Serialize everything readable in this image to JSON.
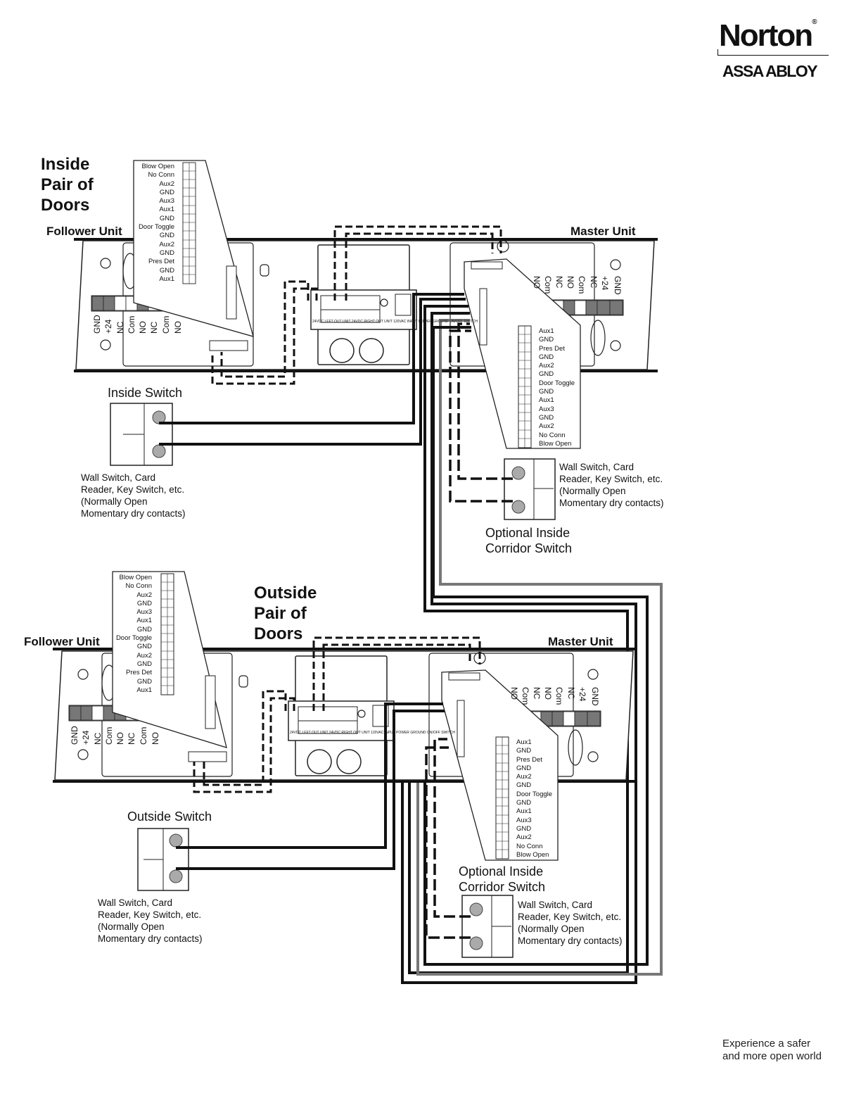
{
  "brand": {
    "name": "Norton",
    "reg": "®",
    "parent": "ASSA ABLOY"
  },
  "tagline": [
    "Experience a safer",
    "and more open world"
  ],
  "inside": {
    "heading": [
      "Inside",
      "Pair of",
      "Doors"
    ],
    "follower_label": "Follower Unit",
    "master_label": "Master Unit",
    "switch_title": "Inside Switch",
    "switch_note": [
      "Wall Switch, Card",
      "Reader, Key Switch, etc.",
      "(Normally Open",
      "Momentary dry contacts)"
    ],
    "corridor_title": [
      "Optional Inside",
      "Corridor Switch"
    ],
    "corridor_note": [
      "Wall Switch, Card",
      "Reader, Key Switch, etc.",
      "(Normally Open",
      "Momentary dry contacts)"
    ]
  },
  "outside": {
    "heading": [
      "Outside",
      "Pair of",
      "Doors"
    ],
    "follower_label": "Follower Unit",
    "master_label": "Master Unit",
    "switch_title": "Outside Switch",
    "switch_note": [
      "Wall Switch, Card",
      "Reader, Key Switch, etc.",
      "(Normally Open",
      "Momentary dry contacts)"
    ],
    "corridor_title": [
      "Optional Inside",
      "Corridor Switch"
    ],
    "corridor_note": [
      "Wall Switch, Card",
      "Reader, Key Switch, etc.",
      "(Normally Open",
      "Momentary dry contacts)"
    ]
  },
  "follower_terminals": [
    "Blow Open",
    "No Conn",
    "Aux2",
    "GND",
    "Aux3",
    "Aux1",
    "GND",
    "Door Toggle",
    "GND",
    "Aux2",
    "GND",
    "Pres Det",
    "GND",
    "Aux1"
  ],
  "master_terminals": [
    "Aux1",
    "GND",
    "Pres Det",
    "GND",
    "Aux2",
    "GND",
    "Door Toggle",
    "GND",
    "Aux1",
    "Aux3",
    "GND",
    "Aux2",
    "No Conn",
    "Blow Open"
  ],
  "relay_terminals": [
    "GND",
    "+24",
    "NC",
    "Com",
    "NO",
    "NC",
    "Com",
    "NO"
  ],
  "power_board_labels": [
    "24VDC LEFT",
    "OUT UNIT",
    "24VDC RIGHT",
    "OUT UNIT",
    "120VAC INPUT",
    "POWER",
    "GROUND",
    "ON/OFF SWITCH"
  ]
}
